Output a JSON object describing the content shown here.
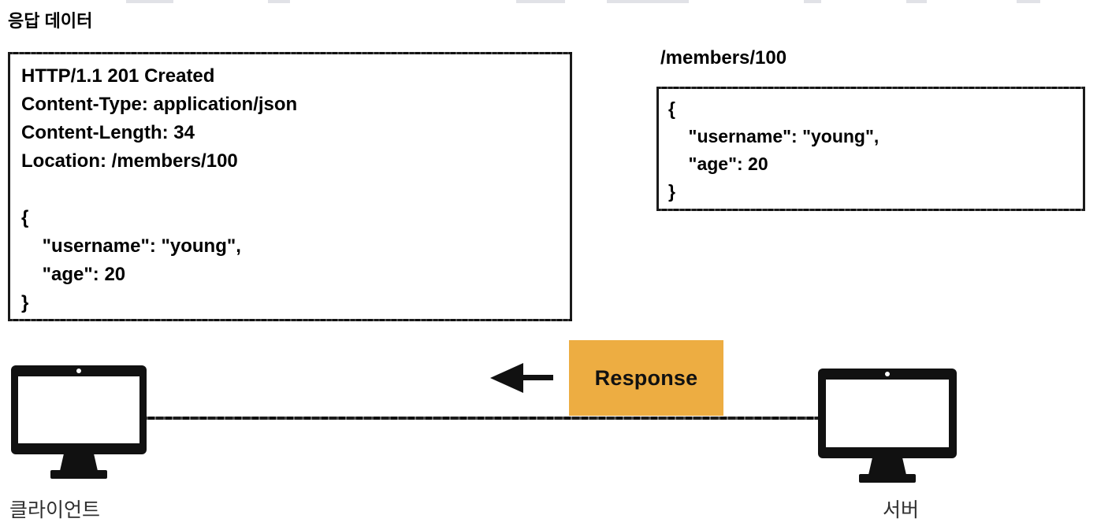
{
  "diagram": {
    "title_fragment_present": true,
    "response_data_label": "응답 데이터",
    "resource_uri_label": "/members/100",
    "response_tag_label": "Response",
    "client_label": "클라이언트",
    "server_label": "서버",
    "arrow_direction": "left"
  },
  "response_message": {
    "status_line": "HTTP/1.1 201 Created",
    "headers": [
      {
        "name": "Content-Type",
        "value": "application/json",
        "bold_value": false
      },
      {
        "name": "Content-Length",
        "value": "34",
        "bold_value": false
      },
      {
        "name": "Location",
        "value": "/members/100",
        "bold_value": true
      }
    ],
    "body_text": "{\n    \"username\": \"young\",\n    \"age\": 20\n}",
    "full_head_text": "HTTP/1.1 201 Created\nContent-Type: application/json\nContent-Length: 34\nLocation: "
  },
  "resource_representation": {
    "uri": "/members/100",
    "body_text": "{\n    \"username\": \"young\",\n    \"age\": 20\n}"
  },
  "json_payload": {
    "username": "young",
    "age": 20
  },
  "colors": {
    "tag_orange": "#edad42",
    "ink_black": "#111111",
    "paper_white": "#ffffff",
    "label_gray": "#2f2f2f"
  },
  "icons": {
    "client": "desktop-monitor-icon",
    "server": "desktop-monitor-icon",
    "arrow": "arrow-left-icon"
  }
}
